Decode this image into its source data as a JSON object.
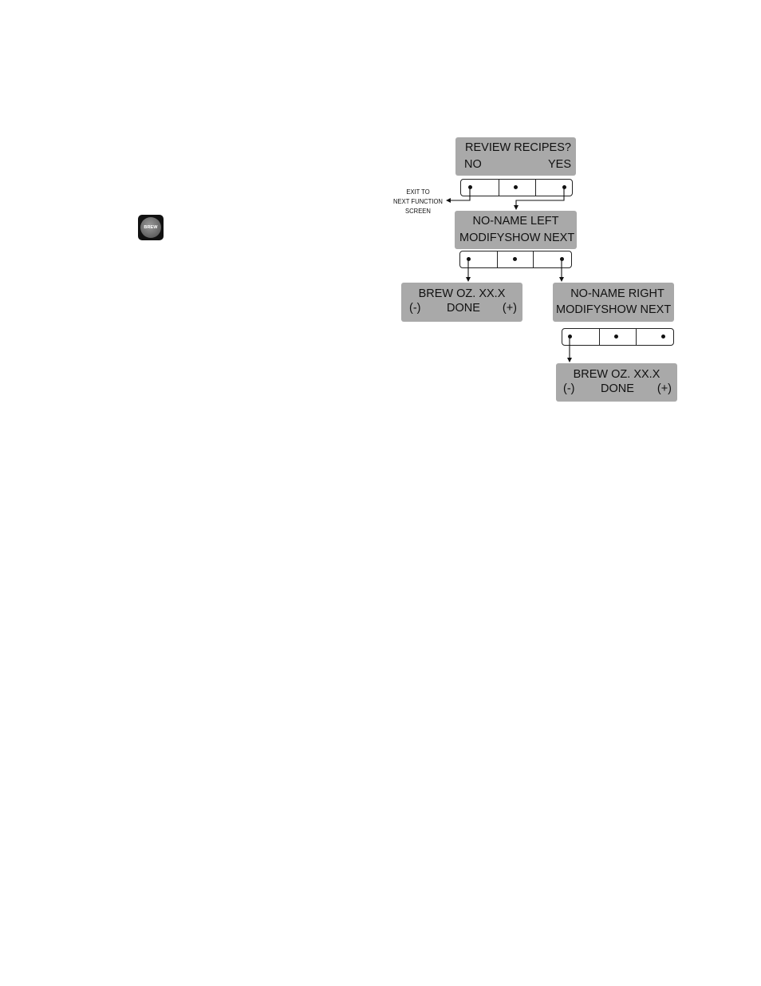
{
  "brew_button": {
    "label": "BREW"
  },
  "exit_note": [
    "EXIT TO",
    "NEXT FUNCTION",
    "SCREEN"
  ],
  "screens": {
    "review": {
      "line1": "REVIEW RECIPES?",
      "left": "NO",
      "right": "YES"
    },
    "left": {
      "line1": "NO-NAME LEFT",
      "line2": "MODIFYSHOW NEXT"
    },
    "brew_left": {
      "line1": "BREW OZ. XX.X",
      "left": "(-)",
      "center": "DONE",
      "right": "(+)"
    },
    "right": {
      "line1": "NO-NAME RIGHT",
      "line2": "MODIFYSHOW NEXT"
    },
    "brew_right": {
      "line1": "BREW OZ. XX.X",
      "left": "(-)",
      "center": "DONE",
      "right": "(+)"
    }
  }
}
